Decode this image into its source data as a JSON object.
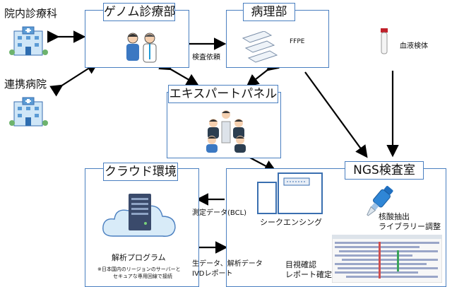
{
  "nodes": {
    "hospital_internal": "院内診療科",
    "partner_hospital": "連携病院",
    "genome_clinic": "ゲノム診療部",
    "pathology": "病理部",
    "ffpe": "FFPE",
    "blood_sample": "血液検体",
    "expert_panel": "エキスパートパネル",
    "cloud": "クラウド環境",
    "ngs_lab": "NGS検査室",
    "sequencing": "シークエンシング",
    "extraction": "核酸抽出",
    "library_prep": "ライブラリー調整",
    "analysis_program": "解析プログラム",
    "note_line1": "※日本国内のリージョンのサーバーと",
    "note_line2": "セキュアな専用回線で接続",
    "visual_check": "目視確認",
    "report_confirm": "レポート確定"
  },
  "edges": {
    "test_request": "検査依頼",
    "measured_data": "測定データ(BCL)",
    "raw_data": "生データ、解析データ",
    "ivd_report": "IVDレポート"
  }
}
